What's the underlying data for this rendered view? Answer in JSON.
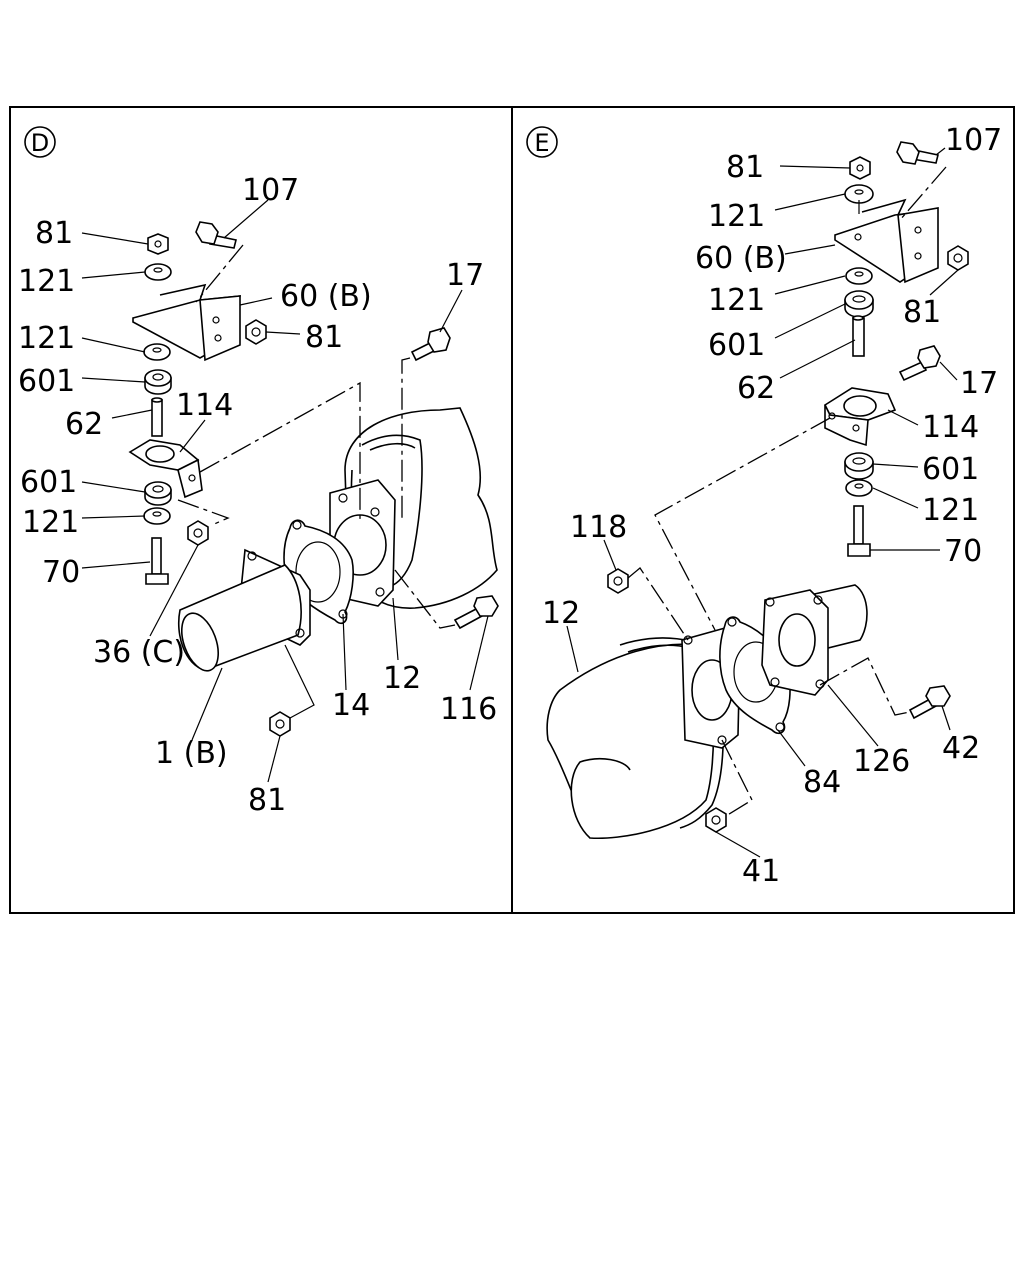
{
  "panels": [
    {
      "id": "D",
      "label_letter": "D",
      "callouts": {
        "c107": "107",
        "c81a": "81",
        "c121a": "121",
        "c60b": "60 (B)",
        "c81b": "81",
        "c121b": "121",
        "c601a": "601",
        "c62": "62",
        "c114": "114",
        "c601b": "601",
        "c121c": "121",
        "c70": "70",
        "c36c": "36 (C)",
        "c17": "17",
        "c14": "14",
        "c12": "12",
        "c116": "116",
        "c1b": "1 (B)",
        "c81c": "81"
      }
    },
    {
      "id": "E",
      "label_letter": "E",
      "callouts": {
        "c81a": "81",
        "c107": "107",
        "c121a": "121",
        "c60b": "60 (B)",
        "c81b": "81",
        "c121b": "121",
        "c601a": "601",
        "c62": "62",
        "c17": "17",
        "c114": "114",
        "c601b": "601",
        "c121c": "121",
        "c70": "70",
        "c118": "118",
        "c12": "12",
        "c84": "84",
        "c126": "126",
        "c42": "42",
        "c41": "41"
      }
    }
  ]
}
